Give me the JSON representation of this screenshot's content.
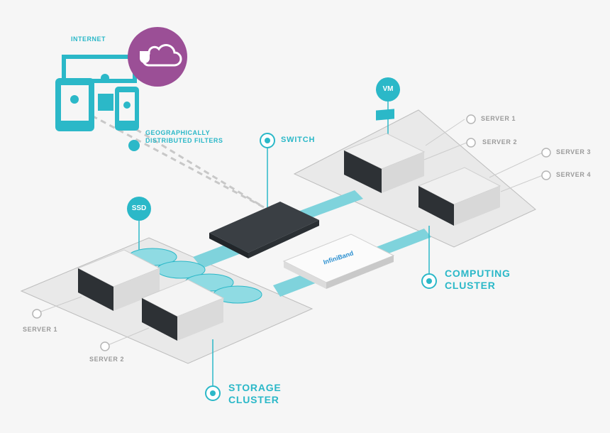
{
  "labels": {
    "internet": "INTERNET",
    "geo_line1": "GEOGRAPHICALLY",
    "geo_line2": "DISTRIBUTED FILTERS",
    "switch": "SWITCH",
    "vm": "VM",
    "ssd": "SSD",
    "infiniband": "InfiniBand",
    "computing_line1": "COMPUTING",
    "computing_line2": "CLUSTER",
    "storage_line1": "STORAGE",
    "storage_line2": "CLUSTER"
  },
  "computing_servers": [
    "SERVER 1",
    "SERVER 2",
    "SERVER 3",
    "SERVER 4"
  ],
  "storage_servers": [
    "SERVER 1",
    "SERVER 2"
  ],
  "colors": {
    "teal": "#2bb8c8",
    "purple": "#9b4f96",
    "link": "#7fd3dc",
    "platform": "#e9e9e9",
    "server_dark": "#2d3135",
    "label_grey": "#9a9a9a"
  },
  "icons": [
    "tablet-icon",
    "phone-icon",
    "cloud-firewall-icon",
    "switch-device",
    "infiniband-device",
    "server-rack",
    "ssd-drive"
  ]
}
